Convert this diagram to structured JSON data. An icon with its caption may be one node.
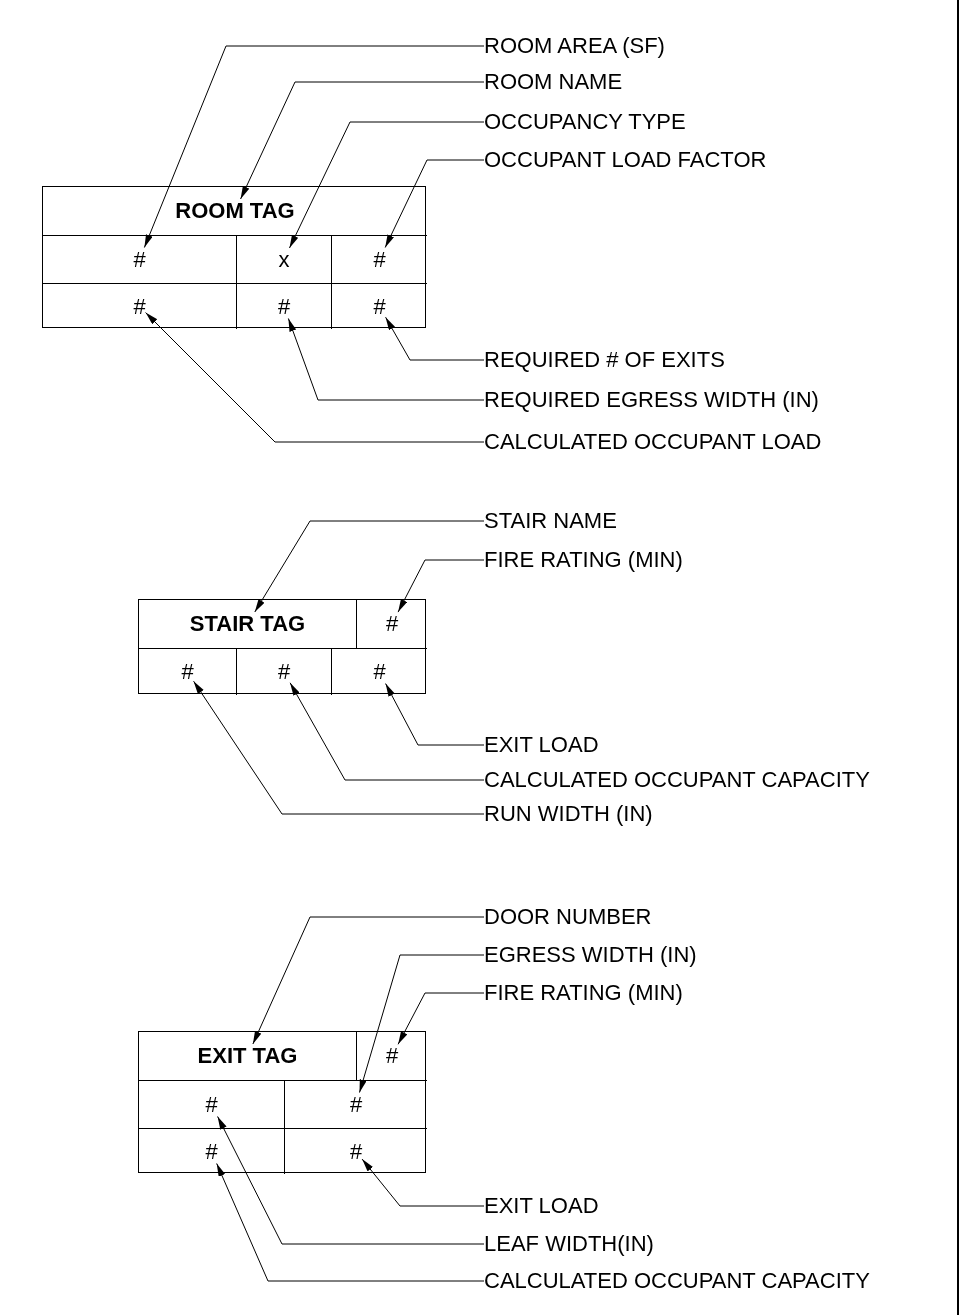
{
  "diagram": {
    "nodes": [
      {
        "text": [
          "ROOM AREA (SF)"
        ]
      },
      {
        "text": [
          "ROOM NAME"
        ]
      },
      {
        "text": [
          "OCCUPANCY TYPE"
        ]
      },
      {
        "text": [
          "OCCUPANT LOAD FACTOR"
        ]
      },
      {
        "text": [],
        "shape": "box"
      },
      {
        "text": [
          "ROOM TAG"
        ],
        "in": 4
      },
      {
        "text": [
          "#"
        ],
        "in": 4
      },
      {
        "text": [
          "x"
        ],
        "in": 4
      },
      {
        "text": [
          "#"
        ],
        "in": 4
      },
      {
        "text": [
          "#"
        ],
        "in": 4
      },
      {
        "text": [
          "#"
        ],
        "in": 4
      },
      {
        "text": [
          "#"
        ],
        "in": 4
      },
      {
        "text": [
          "REQUIRED # OF EXITS"
        ]
      },
      {
        "text": [
          "REQUIRED EGRESS WIDTH (IN)"
        ]
      },
      {
        "text": [
          "CALCULATED OCCUPANT LOAD"
        ]
      },
      {
        "text": [
          "STAIR NAME"
        ]
      },
      {
        "text": [
          "FIRE RATING (MIN)"
        ]
      },
      {
        "text": [],
        "shape": "box"
      },
      {
        "text": [
          "STAIR TAG"
        ],
        "in": 17
      },
      {
        "text": [
          "#"
        ],
        "in": 17
      },
      {
        "text": [
          "#"
        ],
        "in": 17
      },
      {
        "text": [
          "#"
        ],
        "in": 17
      },
      {
        "text": [
          "#"
        ],
        "in": 17
      },
      {
        "text": [
          "EXIT LOAD"
        ]
      },
      {
        "text": [
          "CALCULATED OCCUPANT CAPACITY"
        ]
      },
      {
        "text": [
          "RUN WIDTH (IN)"
        ]
      },
      {
        "text": [
          "DOOR NUMBER"
        ]
      },
      {
        "text": [
          "EGRESS WIDTH (IN)"
        ]
      },
      {
        "text": [
          "FIRE RATING (MIN)"
        ]
      },
      {
        "text": [],
        "shape": "box"
      },
      {
        "text": [
          "EXIT TAG"
        ],
        "in": 29
      },
      {
        "text": [
          "#"
        ],
        "in": 29
      },
      {
        "text": [
          "#"
        ],
        "in": 29
      },
      {
        "text": [
          "#"
        ],
        "in": 29
      },
      {
        "text": [
          "#"
        ],
        "in": 29
      },
      {
        "text": [
          "#"
        ],
        "in": 29
      },
      {
        "text": [
          "EXIT LOAD"
        ]
      },
      {
        "text": [
          "LEAF WIDTH(IN)"
        ]
      },
      {
        "text": [
          "CALCULATED OCCUPANT CAPACITY"
        ]
      }
    ],
    "edges": [
      {
        "from": 0,
        "to": 6,
        "arrow": "to"
      },
      {
        "from": 1,
        "to": 5,
        "arrow": "to"
      },
      {
        "from": 2,
        "to": 7,
        "arrow": "to"
      },
      {
        "from": 3,
        "to": 8,
        "arrow": "to"
      },
      {
        "from": 12,
        "to": 11,
        "arrow": "to"
      },
      {
        "from": 13,
        "to": 10,
        "arrow": "to"
      },
      {
        "from": 14,
        "to": 9,
        "arrow": "to"
      },
      {
        "from": 15,
        "to": 18,
        "arrow": "to"
      },
      {
        "from": 16,
        "to": 19,
        "arrow": "to"
      },
      {
        "from": 23,
        "to": 22,
        "arrow": "to"
      },
      {
        "from": 24,
        "to": 21,
        "arrow": "to"
      },
      {
        "from": 25,
        "to": 20,
        "arrow": "to"
      },
      {
        "from": 26,
        "to": 30,
        "arrow": "to"
      },
      {
        "from": 27,
        "to": 33,
        "arrow": "to"
      },
      {
        "from": 28,
        "to": 31,
        "arrow": "to"
      },
      {
        "from": 36,
        "to": 35,
        "arrow": "to"
      },
      {
        "from": 37,
        "to": 32,
        "arrow": "to"
      },
      {
        "from": 38,
        "to": 34,
        "arrow": "to"
      }
    ]
  }
}
